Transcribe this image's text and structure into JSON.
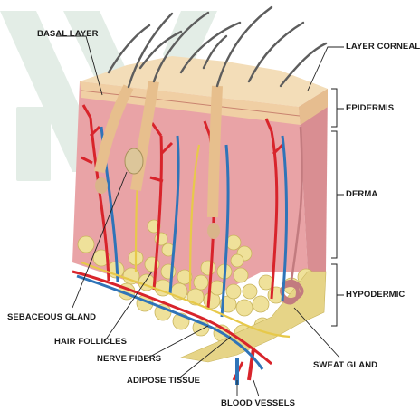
{
  "diagram": {
    "labels": {
      "basal_layer": "BASAL LAYER",
      "layer_corneal": "LAYER CORNEAL",
      "epidermis": "EPIDERMIS",
      "derma": "DERMA",
      "hypodermic": "HYPODERMIC",
      "sebaceous_gland": "SEBACEOUS GLAND",
      "hair_follicles": "HAIR FOLLICLES",
      "nerve_fibers": "NERVE FIBERS",
      "adipose_tissue": "ADIPOSE TISSUE",
      "sweat_gland": "SWEAT GLAND",
      "blood_vessels": "BLOOD VESSELS"
    },
    "colors": {
      "epidermis": "#f3ddb8",
      "dermis": "#e9a3a6",
      "dermis_side": "#d98e92",
      "fat": "#efe19a",
      "artery": "#d8242b",
      "vein": "#2f74b8",
      "nerve": "#e7c94a",
      "hair": "#5d5d5d",
      "watermark": "#2f7d4a"
    }
  }
}
